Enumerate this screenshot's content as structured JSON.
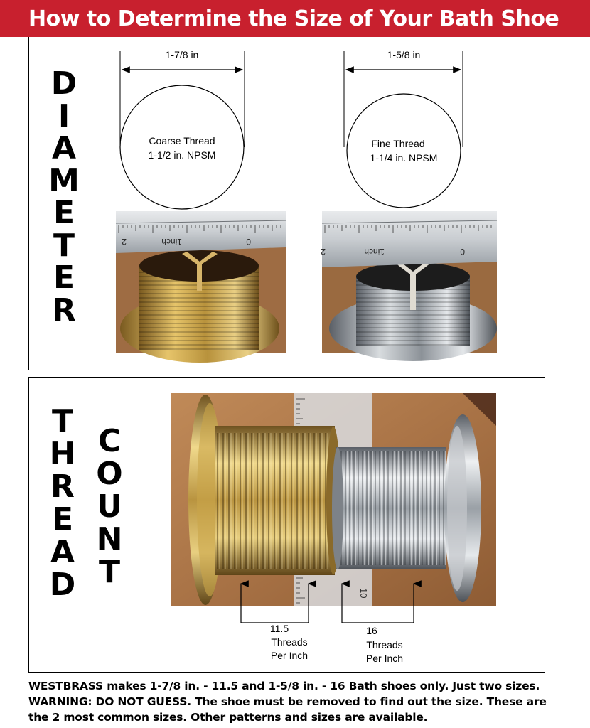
{
  "banner": {
    "title": "How to Determine the Size of Your Bath Shoe"
  },
  "diameter_panel": {
    "side_word": [
      "D",
      "I",
      "A",
      "M",
      "E",
      "T",
      "E",
      "R"
    ],
    "left_diagram": {
      "dimension": "1-7/8 in",
      "thread_type": "Coarse Thread",
      "spec": "1-1/2 in. NPSM"
    },
    "right_diagram": {
      "dimension": "1-5/8 in",
      "thread_type": "Fine Thread",
      "spec": "1-1/4 in. NPSM"
    },
    "ruler_labels": {
      "two": "2",
      "inch": "1inch",
      "zero": "0"
    }
  },
  "thread_panel": {
    "side_word_1": [
      "T",
      "H",
      "R",
      "E",
      "A",
      "D"
    ],
    "side_word_2": [
      "C",
      "O",
      "U",
      "N",
      "T"
    ],
    "left_callout": [
      "11.5",
      "Threads",
      "Per Inch"
    ],
    "right_callout": [
      "16",
      "Threads",
      "Per Inch"
    ],
    "ruler_number": "10"
  },
  "footer": {
    "lines": [
      "WESTBRASS makes 1-7/8 in. - 11.5 and 1-5/8 in. - 16 Bath shoes only. Just two sizes.",
      "WARNING: DO NOT GUESS. The shoe must be removed to find out the size. These are",
      "the 2 most common sizes. Other patterns and sizes are available."
    ]
  },
  "colors": {
    "banner": "#c8202e",
    "brass": "#c9a54a",
    "chrome": "#b8bcc0",
    "wood": "#b07a4a"
  }
}
